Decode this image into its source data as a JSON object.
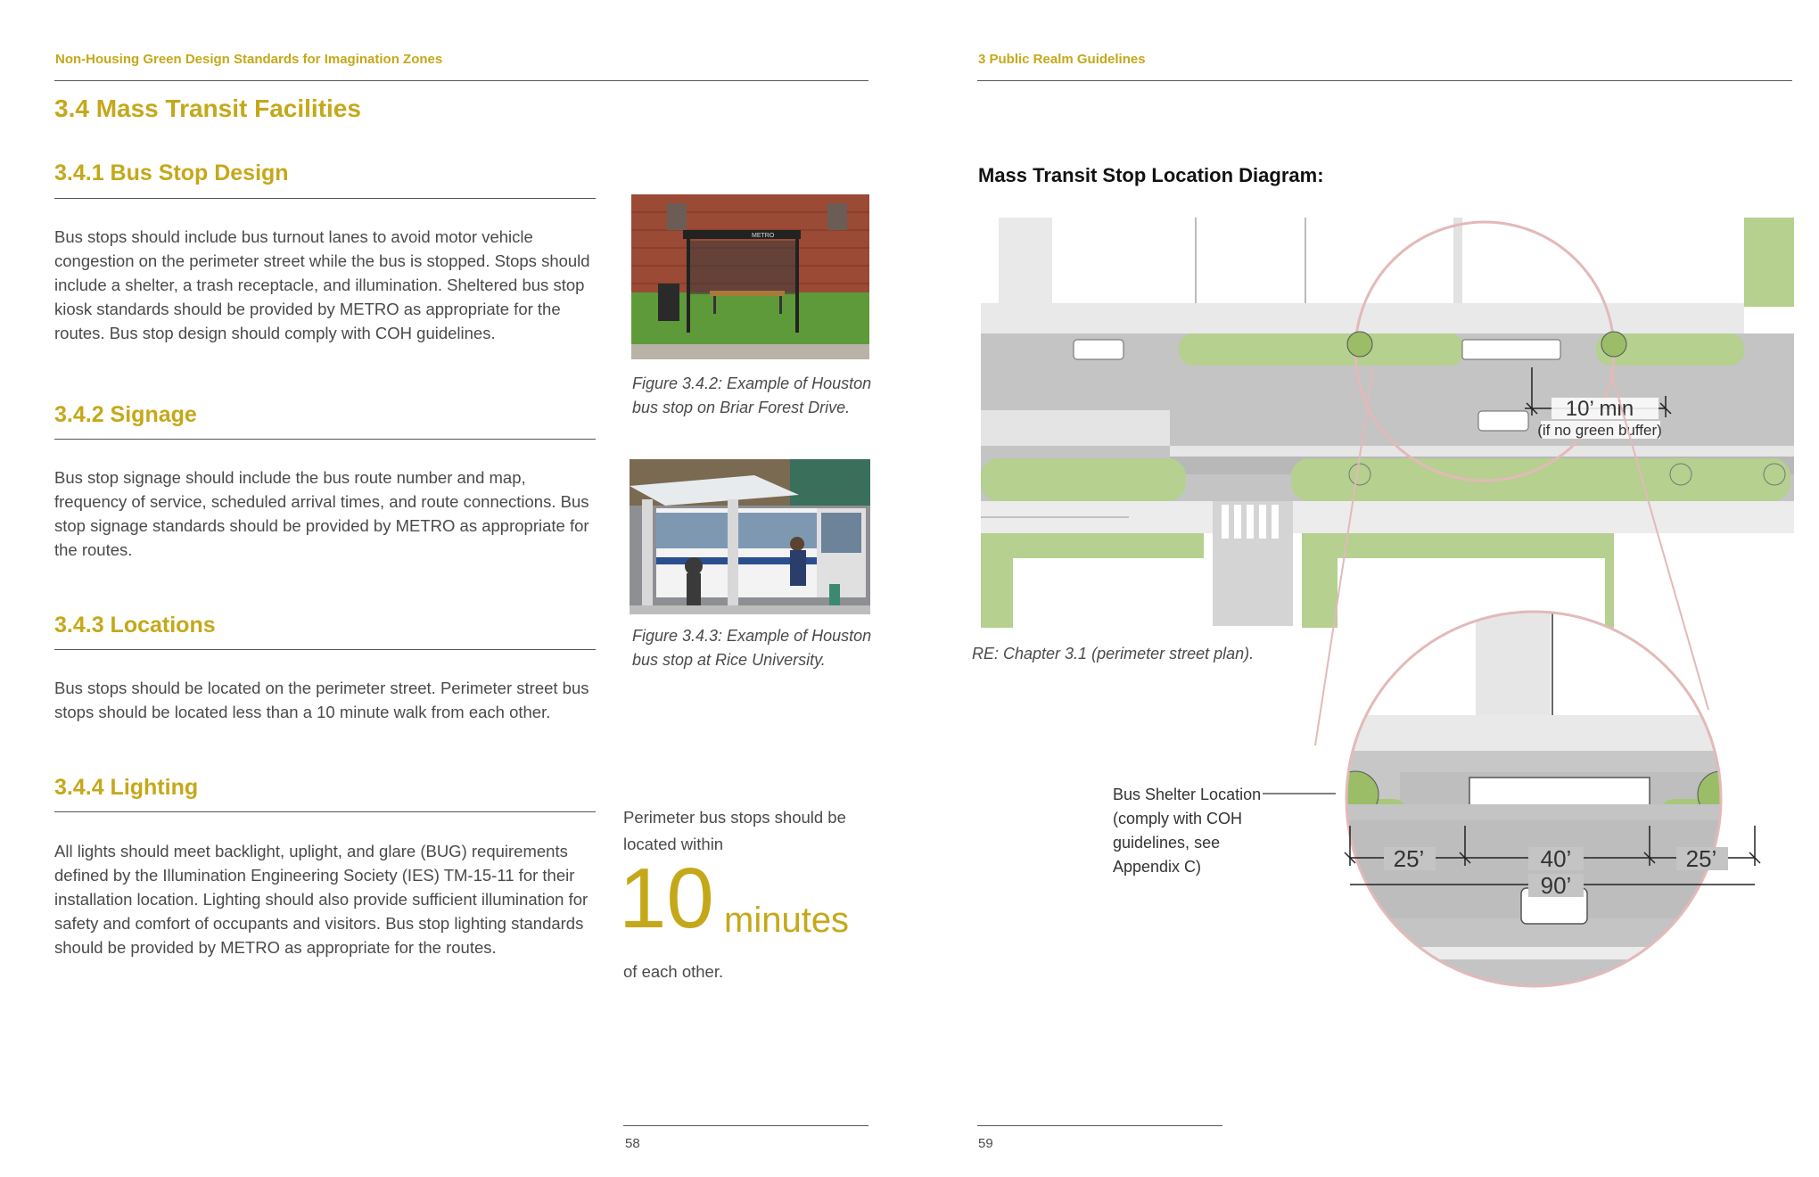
{
  "left_page": {
    "running_header": "Non-Housing Green Design Standards for Imagination Zones",
    "section_title": "3.4  Mass Transit Facilities",
    "sections": [
      {
        "heading": "3.4.1  Bus Stop Design",
        "body": "Bus stops should include bus turnout lanes to avoid motor vehicle congestion on the perimeter street while the bus is stopped.  Stops should include a shelter, a trash receptacle, and illumination. Sheltered bus stop kiosk standards should be provided by METRO as appropriate for the routes. Bus stop design should comply with COH guidelines."
      },
      {
        "heading": "3.4.2  Signage",
        "body": "Bus stop signage should include the bus route number and map, frequency of service, scheduled arrival times, and route connections. Bus stop signage standards should be provided by METRO as appropriate for the routes."
      },
      {
        "heading": "3.4.3  Locations",
        "body": "Bus stops should be located on the perimeter street.  Perimeter street bus stops should be located less than a 10 minute walk from each other."
      },
      {
        "heading": "3.4.4  Lighting",
        "body": "All lights should meet backlight, uplight, and glare (BUG) requirements defined by the Illumination Engineering Society (IES) TM-15-11 for their installation location. Lighting should also provide sufficient illumination for safety and comfort of occupants and visitors. Bus stop lighting standards should be provided by METRO as appropriate for the routes."
      }
    ],
    "figures": [
      {
        "caption": "Figure 3.4.2: Example of Houston bus stop on Briar Forest Drive.",
        "photo_sign": "METRO"
      },
      {
        "caption": "Figure 3.4.3: Example of Houston bus stop at Rice University."
      }
    ],
    "callout": {
      "pre": "Perimeter bus stops should be located within",
      "number": "10",
      "unit": "minutes",
      "post": "of each other."
    },
    "page_number": "58"
  },
  "right_page": {
    "running_header": "3  Public Realm Guidelines",
    "diagram_title": "Mass Transit Stop Location Diagram:",
    "diagram_note": "RE: Chapter 3.1 (perimeter street plan).",
    "labels": {
      "min_distance": "10’ min",
      "min_distance_note": "(if no green buffer)",
      "shelter_label_lines": [
        "Bus Shelter Location",
        "(comply with COH",
        "guidelines, see",
        "Appendix C)"
      ],
      "dim_left": "25’",
      "dim_center": "40’",
      "dim_right": "25’",
      "dim_total": "90’"
    },
    "page_number": "59"
  },
  "colors": {
    "accent": "#c5a81a",
    "green": "#b5d08f",
    "road": "#c4c4c4",
    "circle": "#e3b9b9"
  }
}
